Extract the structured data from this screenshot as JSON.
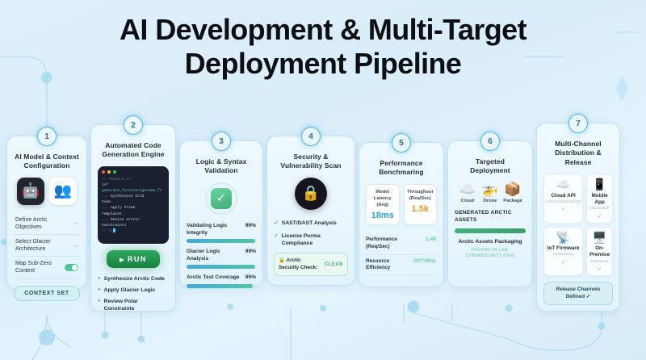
{
  "header": {
    "title_line1": "AI Development & Multi-Target",
    "title_line2": "Deployment Pipeline"
  },
  "steps": [
    {
      "number": "1",
      "title": "AI Model & Context Configuration",
      "icons": [
        "robot-icon",
        "users-icon"
      ],
      "icon_glyphs": [
        "🤖",
        "👥"
      ],
      "fields": [
        {
          "label": "Define Arctic Objectives",
          "control": "chevron",
          "chevron": "⌄"
        },
        {
          "label": "Select Glacier Architecture",
          "control": "chevron",
          "chevron": "⌄"
        },
        {
          "label": "Map Sub-Zero Context",
          "control": "toggle",
          "toggle_on": true
        }
      ],
      "button": "CONTEXT SET"
    },
    {
      "number": "2",
      "title": "Automated Code Generation Engine",
      "window_dots": [
        "#f15b4f",
        "#f7bd2e",
        "#33c94d"
      ],
      "code_lines": [
        {
          "text": "// <MODULE_1>",
          "cls": "cmt"
        },
        {
          "text": "def",
          "cls": "kw"
        },
        {
          "text": "generate_function(genome_fr",
          "cls": "fn"
        },
        {
          "text": "    ... Synthesize Cold",
          "cls": "str"
        },
        {
          "text": "Code",
          "cls": "str"
        },
        {
          "text": "    ... Apply Prime",
          "cls": "str"
        },
        {
          "text": "Templates",
          "cls": "str"
        },
        {
          "text": "    ... Devise Arctic",
          "cls": "str"
        },
        {
          "text": "Constraints",
          "cls": "str"
        },
        {
          "text": "// }}",
          "cls": "cmt"
        }
      ],
      "run_button": "RUN",
      "run_icon": "play-icon",
      "bullets": [
        "Synthesize Arctic Code",
        "Apply Glacier Logic",
        "Review Polar Constraints"
      ]
    },
    {
      "number": "3",
      "title": "Logic & Syntax Validation",
      "status_icon": "check-badge-icon",
      "progress": [
        {
          "label": "Validating Logic Integrity",
          "value": "99%",
          "pct": 99
        },
        {
          "label": "Glacier Logic Analysis",
          "value": "99%",
          "pct": 99
        },
        {
          "label": "Arctic Test Coverage",
          "value": "95%",
          "pct": 95
        }
      ]
    },
    {
      "number": "4",
      "title": "Security & Vulnerability Scan",
      "status_icon": "lock-icon",
      "lock_glyph": "🔒",
      "checks": [
        "SAST/DAST Analysis",
        "License Perma Compliance"
      ],
      "summary_label": "Arctic Security Check:",
      "summary_icon": "🔒",
      "summary_value": "CLEAN"
    },
    {
      "number": "5",
      "title": "Performance Benchmaring",
      "metrics": [
        {
          "label": "Model Latency (Avg)",
          "value": "18ms",
          "color": "blue"
        },
        {
          "label": "Throughout (Req/Sec)",
          "value": "1.5k",
          "color": "orange"
        }
      ],
      "rows": [
        {
          "label": "Performance (Req/Sec)",
          "value": "1.4K"
        },
        {
          "label": "Resource Efficiency",
          "value": "OPTIMAL"
        }
      ]
    },
    {
      "number": "6",
      "title": "Targeted Deployment",
      "targets": [
        {
          "caption": "Cloud",
          "glyph": "☁️",
          "icon": "cloud-icon"
        },
        {
          "caption": "Drone",
          "glyph": "🚁",
          "icon": "drone-icon"
        },
        {
          "caption": "Package",
          "glyph": "📦",
          "icon": "package-icon"
        }
      ],
      "assets_heading": "GENERATED ARCTIC ASSETS",
      "assets_pct": 100,
      "package_title": "Arctic Assets Packaging",
      "package_status": "PUSHING TO LAB-CYBERSECURITY (DEV)"
    },
    {
      "number": "7",
      "title": "Multi-Channel Distribution & Release",
      "channels": [
        {
          "name": "Cloud API",
          "sub": "ArcticCoreSliceGCP",
          "glyph": "☁️",
          "icon": "cloud-api-icon",
          "ok": "✓"
        },
        {
          "name": "Mobile App",
          "sub": "GlacierSoft",
          "glyph": "📱",
          "icon": "mobile-app-icon",
          "ok": "✓"
        },
        {
          "name": "IoT Firmware",
          "sub": "PolarNodes",
          "glyph": "📡",
          "icon": "iot-firmware-icon",
          "ok": "✓"
        },
        {
          "name": "On-Premise",
          "sub": "PolarRack",
          "glyph": "🖥️",
          "icon": "on-premise-icon",
          "ok": "✓"
        }
      ],
      "release_badge": "Release Channels Defined ✓"
    }
  ],
  "colors": {
    "accent": "#4fb4e0",
    "green": "#3fae7b",
    "orange": "#f0981f",
    "blue_metric": "#2fa3d6",
    "background": "#dff0fb"
  }
}
